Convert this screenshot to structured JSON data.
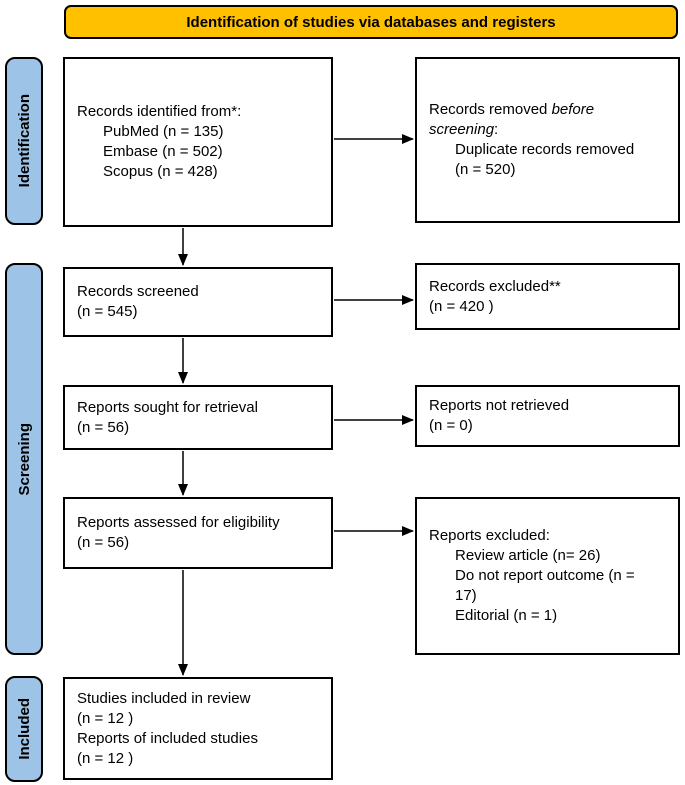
{
  "banner": {
    "title": "Identification of studies via databases and registers"
  },
  "stages": [
    {
      "label": "Identification"
    },
    {
      "label": "Screening"
    },
    {
      "label": "Included"
    }
  ],
  "boxes": {
    "records_identified": {
      "heading": "Records identified from*:",
      "items": [
        "PubMed (n = 135)",
        "Embase (n = 502)",
        "Scopus (n = 428)"
      ]
    },
    "records_removed": {
      "lead_normal": "Records removed ",
      "lead_italic": "before screening",
      "lead_suffix": ":",
      "items": [
        "Duplicate records removed (n = 520)"
      ]
    },
    "records_screened": {
      "lines": [
        "Records screened",
        "(n = 545)"
      ]
    },
    "records_excluded": {
      "lines": [
        "Records excluded**",
        "(n = 420 )"
      ]
    },
    "reports_sought": {
      "lines": [
        "Reports sought for retrieval",
        "(n = 56)"
      ]
    },
    "reports_not_retrieved": {
      "lines": [
        "Reports not retrieved",
        "(n = 0)"
      ]
    },
    "reports_assessed": {
      "lines": [
        "Reports assessed for eligibility",
        "(n = 56)"
      ]
    },
    "reports_excluded": {
      "heading": "Reports excluded:",
      "items": [
        "Review article (n= 26)",
        "Do not report outcome (n = 17)",
        "Editorial (n = 1)"
      ]
    },
    "studies_included": {
      "lines": [
        "Studies included in review",
        "(n = 12 )",
        "Reports of included studies",
        "(n = 12 )"
      ]
    }
  },
  "colors": {
    "banner_fill": "#FFC000",
    "stage_fill": "#9DC3E6",
    "outline": "#000000",
    "box_fill": "#FFFFFF",
    "arrow": "#000000",
    "text": "#000000"
  }
}
